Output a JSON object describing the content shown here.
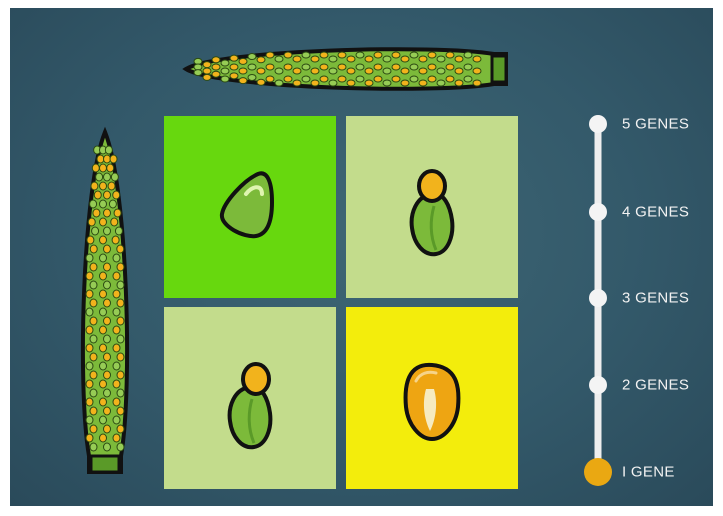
{
  "scale": {
    "labels": [
      "5 GENES",
      "4 GENES",
      "3 GENES",
      "2 GENES",
      "I GENE"
    ],
    "selected_index": 4
  },
  "colors": {
    "background": "#33596a",
    "dominant_cell": "#67d80e",
    "mixed_cell": "#c3dc8c",
    "recessive_cell": "#f3ed0c",
    "kernel_green": "#7cba3a",
    "kernel_yellow": "#f2b31c",
    "slider_track": "#eeeeee",
    "slider_active_knob": "#eaa812"
  },
  "icons": {
    "top_left": "green-kernel-icon",
    "top_right": "green-kernel-with-yellow-cap-icon",
    "bottom_left": "green-kernel-with-yellow-cap-icon",
    "bottom_right": "yellow-corn-kernel-icon",
    "horizontal_cob": "teosinte-cob-icon",
    "vertical_cob": "teosinte-cob-icon"
  }
}
